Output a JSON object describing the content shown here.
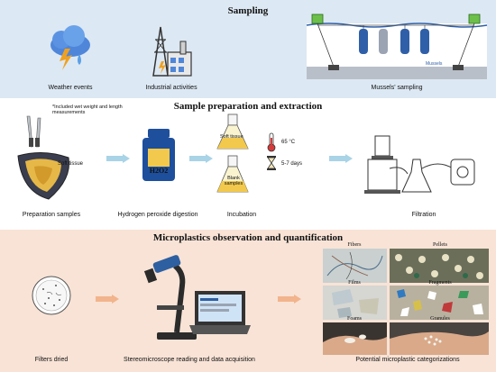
{
  "sections": {
    "sampling": "Sampling",
    "preparation": "Sample preparation and extraction",
    "observation": "Microplastics observation and quantification"
  },
  "sampling": {
    "weather": "Weather events",
    "industrial": "Industrial activities",
    "mussels_sampling": "Mussels' sampling",
    "mussels_label": "Mussels"
  },
  "preparation": {
    "note": "*Included wet weight and length measurements",
    "soft_tissue": "Soft tissue",
    "h2o2": "H2O2",
    "beaker_soft": "Soft tissue",
    "beaker_blank": "Blank samples",
    "temperature": "65 °C",
    "duration": "5-7 days",
    "captions": [
      "Preparation samples",
      "Hydrogen peroxide digestion",
      "Incubation",
      "Filtration"
    ]
  },
  "observation": {
    "captions": [
      "Filters dried",
      "Stereomicroscope reading and data acquisition",
      "Potential microplastic categorizations"
    ],
    "categories": [
      "Fibers",
      "Pellets",
      "Films",
      "Fragments",
      "Foams",
      "Granules"
    ]
  },
  "colors": {
    "sampling_bg": "#dce8f3",
    "observation_bg": "#f8e3d6",
    "arrow_blue": "#a9d3e6",
    "arrow_orange": "#f2b48c"
  }
}
